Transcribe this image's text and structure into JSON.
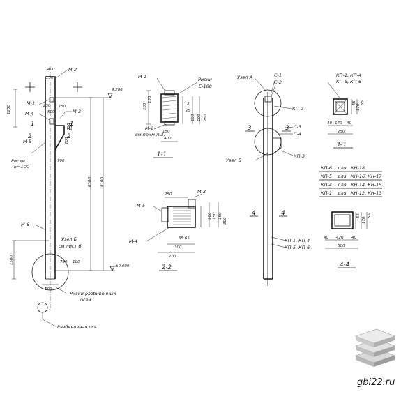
{
  "texts": {
    "m2_top": "М-2",
    "m1_left": "М-1",
    "m4_left": "М-4",
    "m3_left": "М-3",
    "m5_left": "М-5",
    "m6_left": "М-6",
    "riski_left": "Риски",
    "e100_left": "Е=100",
    "uzel_b_left": "Узел Б",
    "sm_list6": "см лист 6",
    "riski_razbivochnykh": "Риски разбивочных",
    "osey": "осей",
    "razbivochnaya_os": "Разбивочная ось",
    "m1_s11": "М-1",
    "riski_s11": "Риски",
    "e100_s11": "Е-100",
    "m2_s11": "М-2",
    "sm_prim": "см прим п.3.",
    "m5_s22": "М-5",
    "m3_s22": "М-3",
    "m4_s22": "М-4",
    "uzel_a": "Узел А",
    "uzel_b_mid": "Узел Б",
    "s1": "С-1",
    "s2": "С-2",
    "kp2": "КП-2",
    "s3": "С-3",
    "s4": "С-4",
    "kp3": "КП-3",
    "kp1_kp4": "КП-1, КП-4",
    "kp5_kp6": "КП-5, КП-6",
    "kp1_kp4_b": "КП-1, КП-4",
    "kp5_kp6_b": "КП-5, КП-6",
    "cut3": "3",
    "cut3b": "3",
    "cut4": "4",
    "cut4b": "4",
    "cut1": "1",
    "cut1b": "1",
    "cut2": "2",
    "cut2b": "2",
    "sec_11": "1-1",
    "sec_22": "2-2",
    "sec_33": "3-3",
    "sec_44": "4-4",
    "elev_9200": "9.200",
    "elev_000": "±0.000",
    "website": "gbi22.ru"
  },
  "dims": {
    "d400": "400",
    "d150": "150",
    "d250": "250",
    "d1200": "1200",
    "d500": "500",
    "d150b": "150",
    "d350": "350",
    "d250b": "250",
    "d200": "200",
    "d700": "700",
    "d8500": "8500",
    "d8100": "8100",
    "d1500": "1500",
    "d750": "750",
    "d100": "100",
    "d500b": "500",
    "s11_e100": "Е-100",
    "s11_180": "180",
    "s11_150": "150",
    "s11_5": "5",
    "s11_25": "25",
    "s11_150b": "150",
    "s11_190": "190",
    "s11_250": "250",
    "s11_400": "400",
    "s11_150c": "150",
    "s22_250": "250",
    "s22_100": "100",
    "s22_150": "150",
    "s22_150b": "150",
    "s22_300": "300",
    "s22_6565": "65 65",
    "s22_300b": "300",
    "s22_700": "700",
    "s33_55": "55",
    "s33_170": "170",
    "s33_55b": "55",
    "s33_40": "40",
    "s33_170b": "170",
    "s33_40b": "40",
    "s33_250": "250",
    "s44_55": "55",
    "s44_170": "170",
    "s44_55b": "55",
    "s44_40": "40",
    "s44_420": "420",
    "s44_40b": "40",
    "s44_500": "500"
  },
  "table": {
    "rows": [
      {
        "mark": "КП-6",
        "for": "для",
        "items": "КН-18"
      },
      {
        "mark": "КП-5",
        "for": "для",
        "items": "КН-16, КН-17"
      },
      {
        "mark": "КП-4",
        "for": "для",
        "items": "КН-14, КН-15"
      },
      {
        "mark": "КП-1",
        "for": "для",
        "items": "КН-12, КН-13"
      }
    ]
  },
  "logo": {
    "icon": "stacked-slabs-logo",
    "color": "#b8b8b8"
  }
}
